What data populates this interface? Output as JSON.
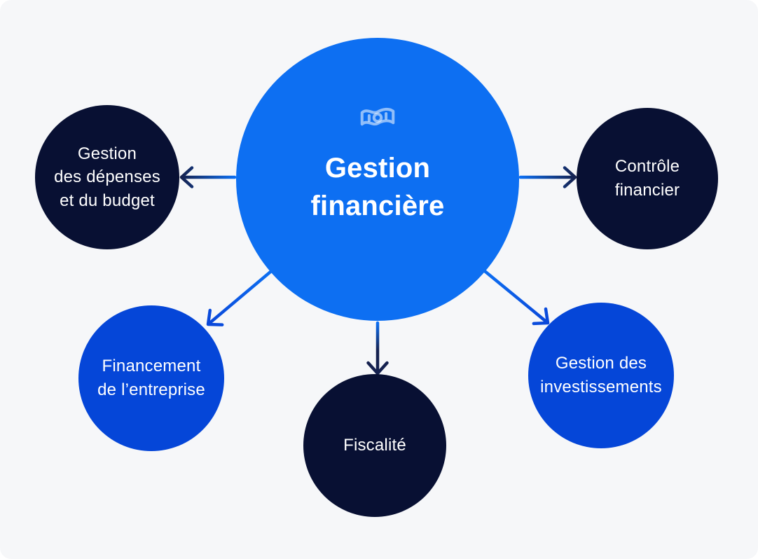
{
  "diagram": {
    "title": "Gestion financière",
    "center": {
      "label": "Gestion\nfinancière",
      "icon": "banknote-icon"
    },
    "nodes": [
      {
        "id": "depenses",
        "label": "Gestion\ndes dépenses\net du budget",
        "color": "navy"
      },
      {
        "id": "controle",
        "label": "Contrôle\nfinancier",
        "color": "navy"
      },
      {
        "id": "financement",
        "label": "Financement\nde l’entreprise",
        "color": "blue"
      },
      {
        "id": "fiscalite",
        "label": "Fiscalité",
        "color": "navy"
      },
      {
        "id": "investissements",
        "label": "Gestion des\ninvestissements",
        "color": "blue"
      }
    ],
    "connections": [
      "center→depenses",
      "center→controle",
      "center→financement",
      "center→fiscalite",
      "center→investissements"
    ],
    "colors": {
      "background": "#f6f7f9",
      "center_blue": "#0d6ff2",
      "node_blue": "#0546d8",
      "node_navy": "#081033",
      "arrow_blue": "#0d6ff2",
      "arrow_navy": "#15214f",
      "arrow_royal": "#0a47d9",
      "icon_color": "rgba(255,255,255,0.55)",
      "text": "#ffffff"
    }
  }
}
